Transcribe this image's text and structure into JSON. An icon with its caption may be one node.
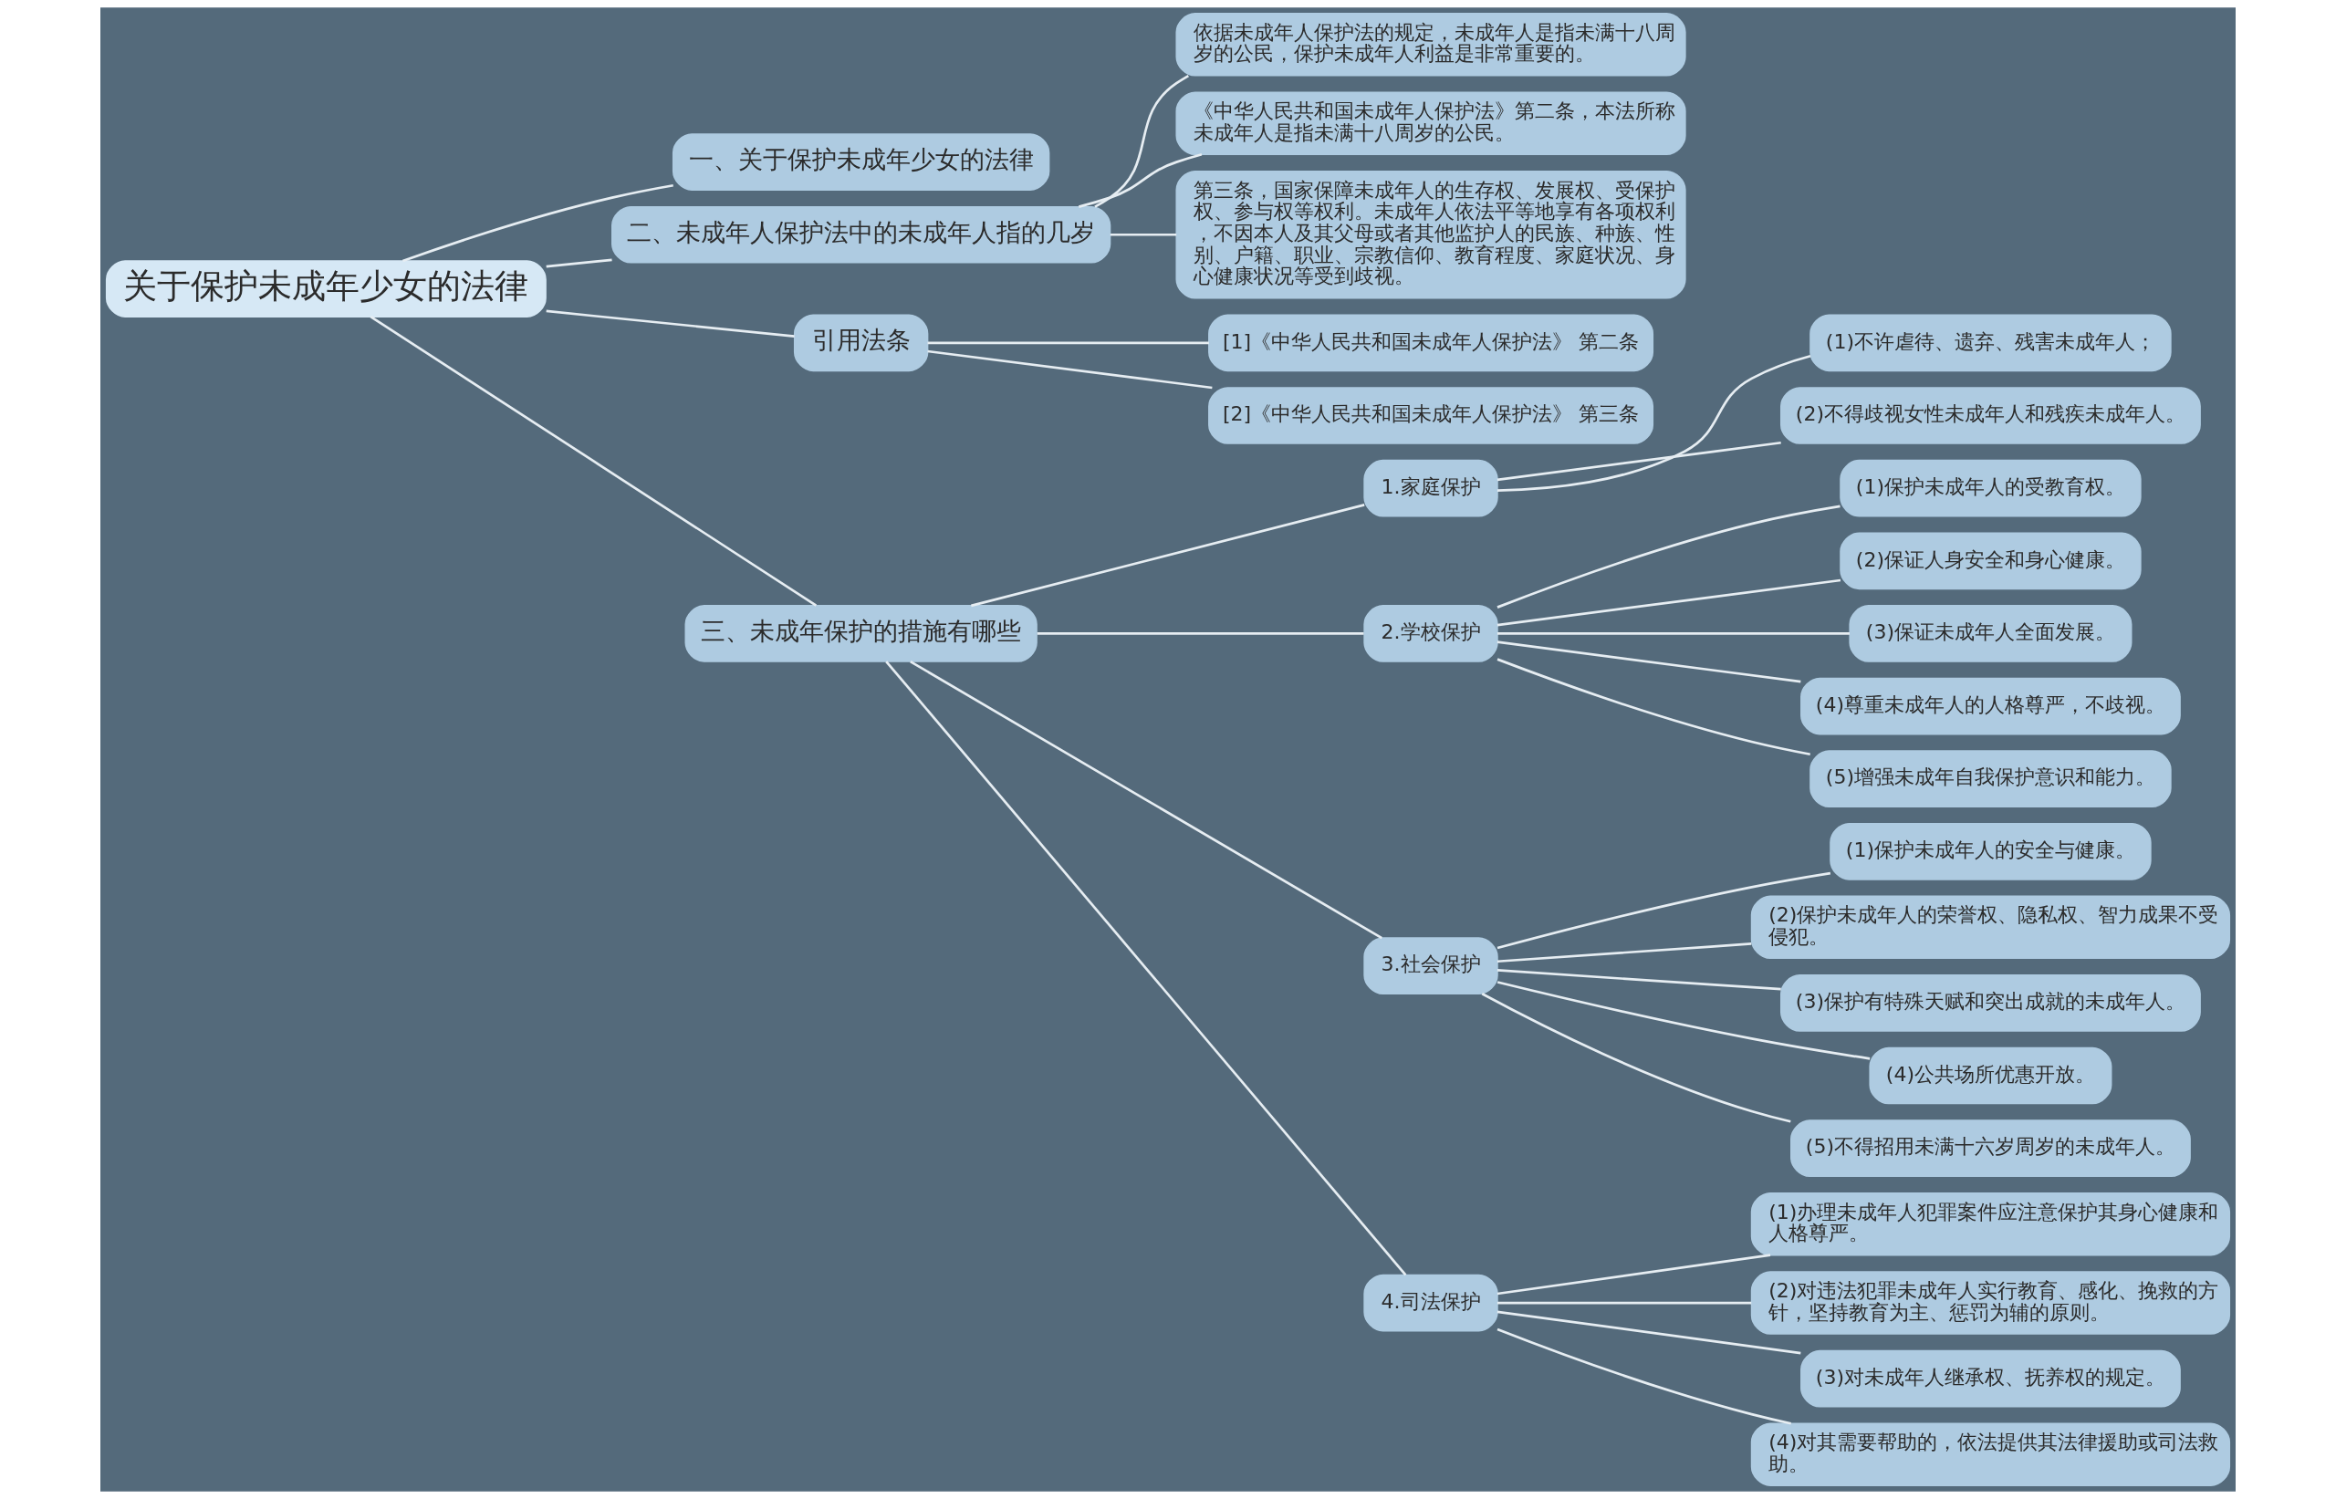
{
  "diagram": {
    "nodes": [
      {
        "text": [
          "关于保护未成年少女的法律"
        ]
      },
      {
        "text": [
          "一、关于保护未成年少女的法律"
        ]
      },
      {
        "text": [
          "二、未成年人保护法中的未成年人指的几岁"
        ]
      },
      {
        "text": [
          "依据未成年人保护法的规定，未成年人是指未满十八周岁的公民，保护未成年人利益是非常重要的。"
        ]
      },
      {
        "text": [
          "《中华人民共和国未成年人保护法》第二条，本法所称未成年人是指未满十八周岁的公民。"
        ]
      },
      {
        "text": [
          "第三条，国家保障未成年人的生存权、发展权、受保护权、参与权等权利。未成年人依法平等地享有各项权利，不因本人及其父母或者其他监护人的民族、种族、性别、户籍、职业、宗教信仰、教育程度、家庭状况、身心健康状况等受到歧视。"
        ]
      },
      {
        "text": [
          "引用法条"
        ]
      },
      {
        "text": [
          "[1]《中华人民共和国未成年人保护法》 第二条"
        ]
      },
      {
        "text": [
          "[2]《中华人民共和国未成年人保护法》 第三条"
        ]
      },
      {
        "text": [
          "三、未成年保护的措施有哪些"
        ]
      },
      {
        "text": [
          "1.家庭保护"
        ]
      },
      {
        "text": [
          "(1)不许虐待、遗弃、残害未成年人；"
        ]
      },
      {
        "text": [
          "(2)不得歧视女性未成年人和残疾未成年人。"
        ]
      },
      {
        "text": [
          "2.学校保护"
        ]
      },
      {
        "text": [
          "(1)保护未成年人的受教育权。"
        ]
      },
      {
        "text": [
          "(2)保证人身安全和身心健康。"
        ]
      },
      {
        "text": [
          "(3)保证未成年人全面发展。"
        ]
      },
      {
        "text": [
          "(4)尊重未成年人的人格尊严，不歧视。"
        ]
      },
      {
        "text": [
          "(5)增强未成年自我保护意识和能力。"
        ]
      },
      {
        "text": [
          "3.社会保护"
        ]
      },
      {
        "text": [
          "(1)保护未成年人的安全与健康。"
        ]
      },
      {
        "text": [
          "(2)保护未成年人的荣誉权、隐私权、智力成果不受侵犯。"
        ]
      },
      {
        "text": [
          "(3)保护有特殊天赋和突出成就的未成年人。"
        ]
      },
      {
        "text": [
          "(4)公共场所优惠开放。"
        ]
      },
      {
        "text": [
          "(5)不得招用未满十六岁周岁的未成年人。"
        ]
      },
      {
        "text": [
          "4.司法保护"
        ]
      },
      {
        "text": [
          "(1)办理未成年人犯罪案件应注意保护其身心健康和人格尊严。"
        ]
      },
      {
        "text": [
          "(2)对违法犯罪未成年人实行教育、感化、挽救的方针，坚持教育为主、惩罚为辅的原则。"
        ]
      },
      {
        "text": [
          "(3)对未成年人继承权、抚养权的规定。"
        ]
      },
      {
        "text": [
          "(4)对其需要帮助的，依法提供其法律援助或司法救助。"
        ]
      }
    ],
    "edges": [
      {
        "from": 0,
        "to": 1,
        "arrow": "none"
      },
      {
        "from": 0,
        "to": 2,
        "arrow": "none"
      },
      {
        "from": 2,
        "to": 3,
        "arrow": "none"
      },
      {
        "from": 2,
        "to": 4,
        "arrow": "none"
      },
      {
        "from": 2,
        "to": 5,
        "arrow": "none"
      },
      {
        "from": 0,
        "to": 6,
        "arrow": "none"
      },
      {
        "from": 6,
        "to": 7,
        "arrow": "none"
      },
      {
        "from": 6,
        "to": 8,
        "arrow": "none"
      },
      {
        "from": 0,
        "to": 9,
        "arrow": "none"
      },
      {
        "from": 9,
        "to": 10,
        "arrow": "none"
      },
      {
        "from": 10,
        "to": 11,
        "arrow": "none"
      },
      {
        "from": 10,
        "to": 12,
        "arrow": "none"
      },
      {
        "from": 9,
        "to": 13,
        "arrow": "none"
      },
      {
        "from": 13,
        "to": 14,
        "arrow": "none"
      },
      {
        "from": 13,
        "to": 15,
        "arrow": "none"
      },
      {
        "from": 13,
        "to": 16,
        "arrow": "none"
      },
      {
        "from": 13,
        "to": 17,
        "arrow": "none"
      },
      {
        "from": 13,
        "to": 18,
        "arrow": "none"
      },
      {
        "from": 9,
        "to": 19,
        "arrow": "none"
      },
      {
        "from": 19,
        "to": 20,
        "arrow": "none"
      },
      {
        "from": 19,
        "to": 21,
        "arrow": "none"
      },
      {
        "from": 19,
        "to": 22,
        "arrow": "none"
      },
      {
        "from": 19,
        "to": 23,
        "arrow": "none"
      },
      {
        "from": 19,
        "to": 24,
        "arrow": "none"
      },
      {
        "from": 9,
        "to": 25,
        "arrow": "none"
      },
      {
        "from": 25,
        "to": 26,
        "arrow": "none"
      },
      {
        "from": 25,
        "to": 27,
        "arrow": "none"
      },
      {
        "from": 25,
        "to": 28,
        "arrow": "none"
      },
      {
        "from": 25,
        "to": 29,
        "arrow": "none"
      }
    ]
  }
}
